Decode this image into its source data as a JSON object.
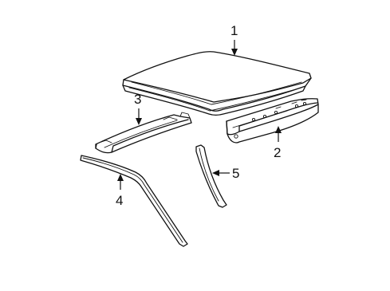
{
  "callouts": [
    {
      "id": "1",
      "label": "1",
      "part": "roof-panel"
    },
    {
      "id": "2",
      "label": "2",
      "part": "rear-roof-header"
    },
    {
      "id": "3",
      "label": "3",
      "part": "front-roof-header"
    },
    {
      "id": "4",
      "label": "4",
      "part": "roof-side-rail-weatherstrip"
    },
    {
      "id": "5",
      "label": "5",
      "part": "pillar-trim"
    }
  ]
}
